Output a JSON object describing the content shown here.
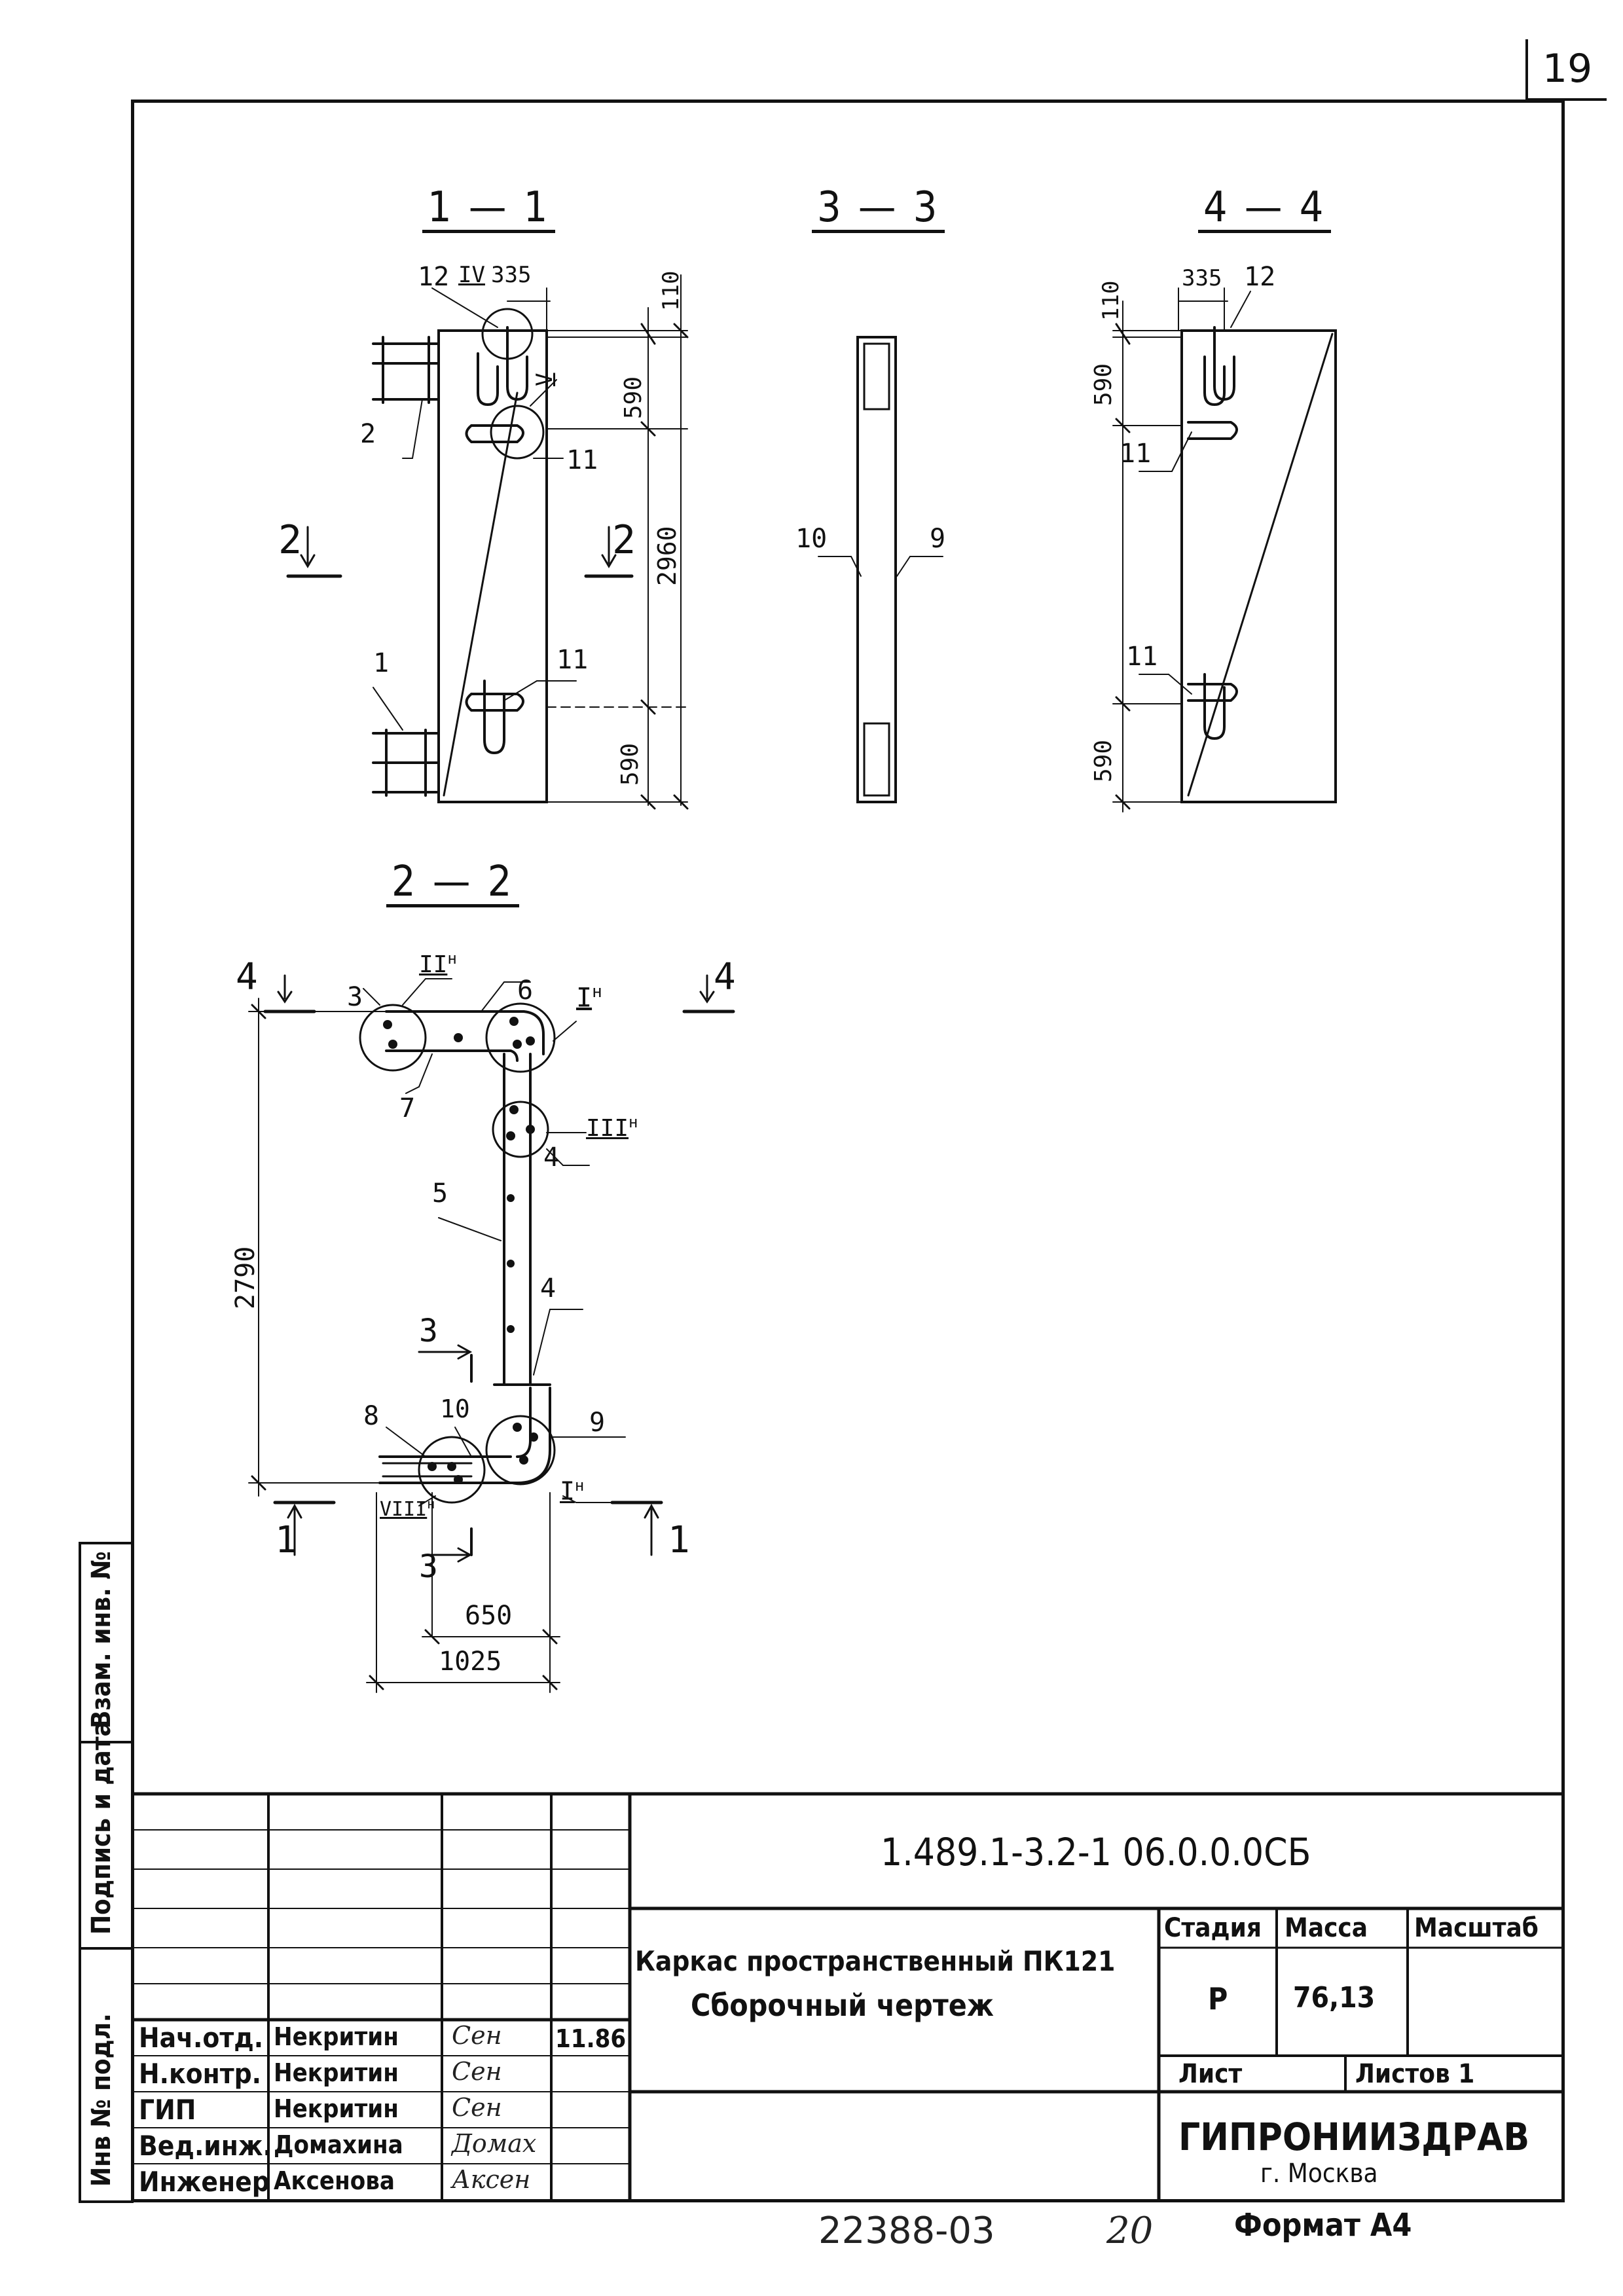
{
  "sheet_number": "19",
  "sections": {
    "s11": "1 — 1",
    "s33": "3 — 3",
    "s44": "4 — 4",
    "s22": "2 — 2"
  },
  "sec11": {
    "dim_335": "335",
    "dim_110": "110",
    "dim_590_top": "590",
    "dim_2960": "2960",
    "dim_590_bot": "590",
    "pos_12": "12",
    "node_IV": "IV",
    "node_V": "V",
    "pos_2": "2",
    "pos_11a": "11",
    "pos_1": "1",
    "pos_11b": "11",
    "cut2_left": "2",
    "cut2_right": "2"
  },
  "sec33": {
    "pos_10": "10",
    "pos_9": "9"
  },
  "sec44": {
    "dim_335": "335",
    "dim_110": "110",
    "dim_590_top": "590",
    "dim_590_bot": "590",
    "pos_12": "12",
    "pos_11a": "11",
    "pos_11b": "11"
  },
  "sec22": {
    "cut4_left": "4",
    "cut4_right": "4",
    "node_II": "II",
    "node_I_top": "I",
    "node_III": "III",
    "node_H": "н",
    "pos_3": "3",
    "pos_6": "6",
    "pos_7": "7",
    "pos_4a": "4",
    "pos_5": "5",
    "pos_4b": "4",
    "dim_2790": "2790",
    "cut3_top": "3",
    "cut3_bot": "3",
    "pos_8": "8",
    "pos_10": "10",
    "pos_9": "9",
    "node_VIII": "VIII",
    "node_I_bot": "I",
    "cut1_left": "1",
    "cut1_right": "1",
    "dim_650": "650",
    "dim_1025": "1025"
  },
  "side_stamp": {
    "inv_podl": "Инв № подл.",
    "podpis_data": "Подпись и дата",
    "vzam_inv": "Взам. инв. №"
  },
  "title_block": {
    "doc_code": "1.489.1-3.2-1 06.0.0.0СБ",
    "title_line1": "Каркас пространственный ПК121",
    "title_line2": "Сборочный чертеж",
    "col_stage": "Стадия",
    "col_mass": "Масса",
    "col_scale": "Масштаб",
    "stage_value": "Р",
    "mass_value": "76,13",
    "sheet_label": "Лист",
    "sheets_label": "Листов 1",
    "org_name": "ГИПРОНИИЗДРАВ",
    "org_city": "г. Москва",
    "date": "11.86",
    "roles": [
      {
        "role": "Нач.отд.",
        "name": "Некритин",
        "sign": "Сен"
      },
      {
        "role": "Н.контр.",
        "name": "Некритин",
        "sign": "Сен"
      },
      {
        "role": "ГИП",
        "name": "Некритин",
        "sign": "Сен"
      },
      {
        "role": "Вед.инж.",
        "name": "Домахина",
        "sign": "Домах"
      },
      {
        "role": "Инженер",
        "name": "Аксенова",
        "sign": "Аксен"
      }
    ]
  },
  "bottom": {
    "archive_no": "22388-03",
    "page_no": "20",
    "format": "Формат А4"
  }
}
